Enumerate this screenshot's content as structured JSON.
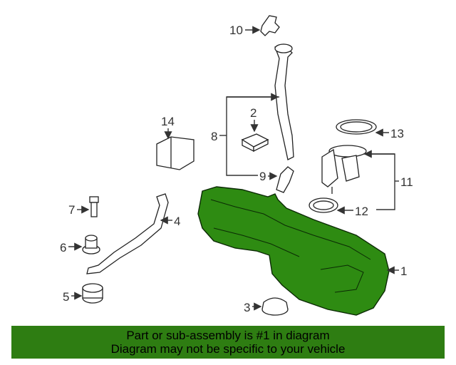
{
  "callouts": {
    "c1": "1",
    "c2": "2",
    "c3": "3",
    "c4": "4",
    "c5": "5",
    "c6": "6",
    "c7": "7",
    "c8": "8",
    "c9": "9",
    "c10": "10",
    "c11": "11",
    "c12": "12",
    "c13": "13",
    "c14": "14"
  },
  "highlighted_part": "1",
  "colors": {
    "highlight": "#2e8b12",
    "banner": "#2e7d12",
    "line": "#333333"
  },
  "banner": {
    "line1": "Part or sub-assembly is #1 in diagram",
    "line2": "Diagram may not be specific to your vehicle"
  }
}
